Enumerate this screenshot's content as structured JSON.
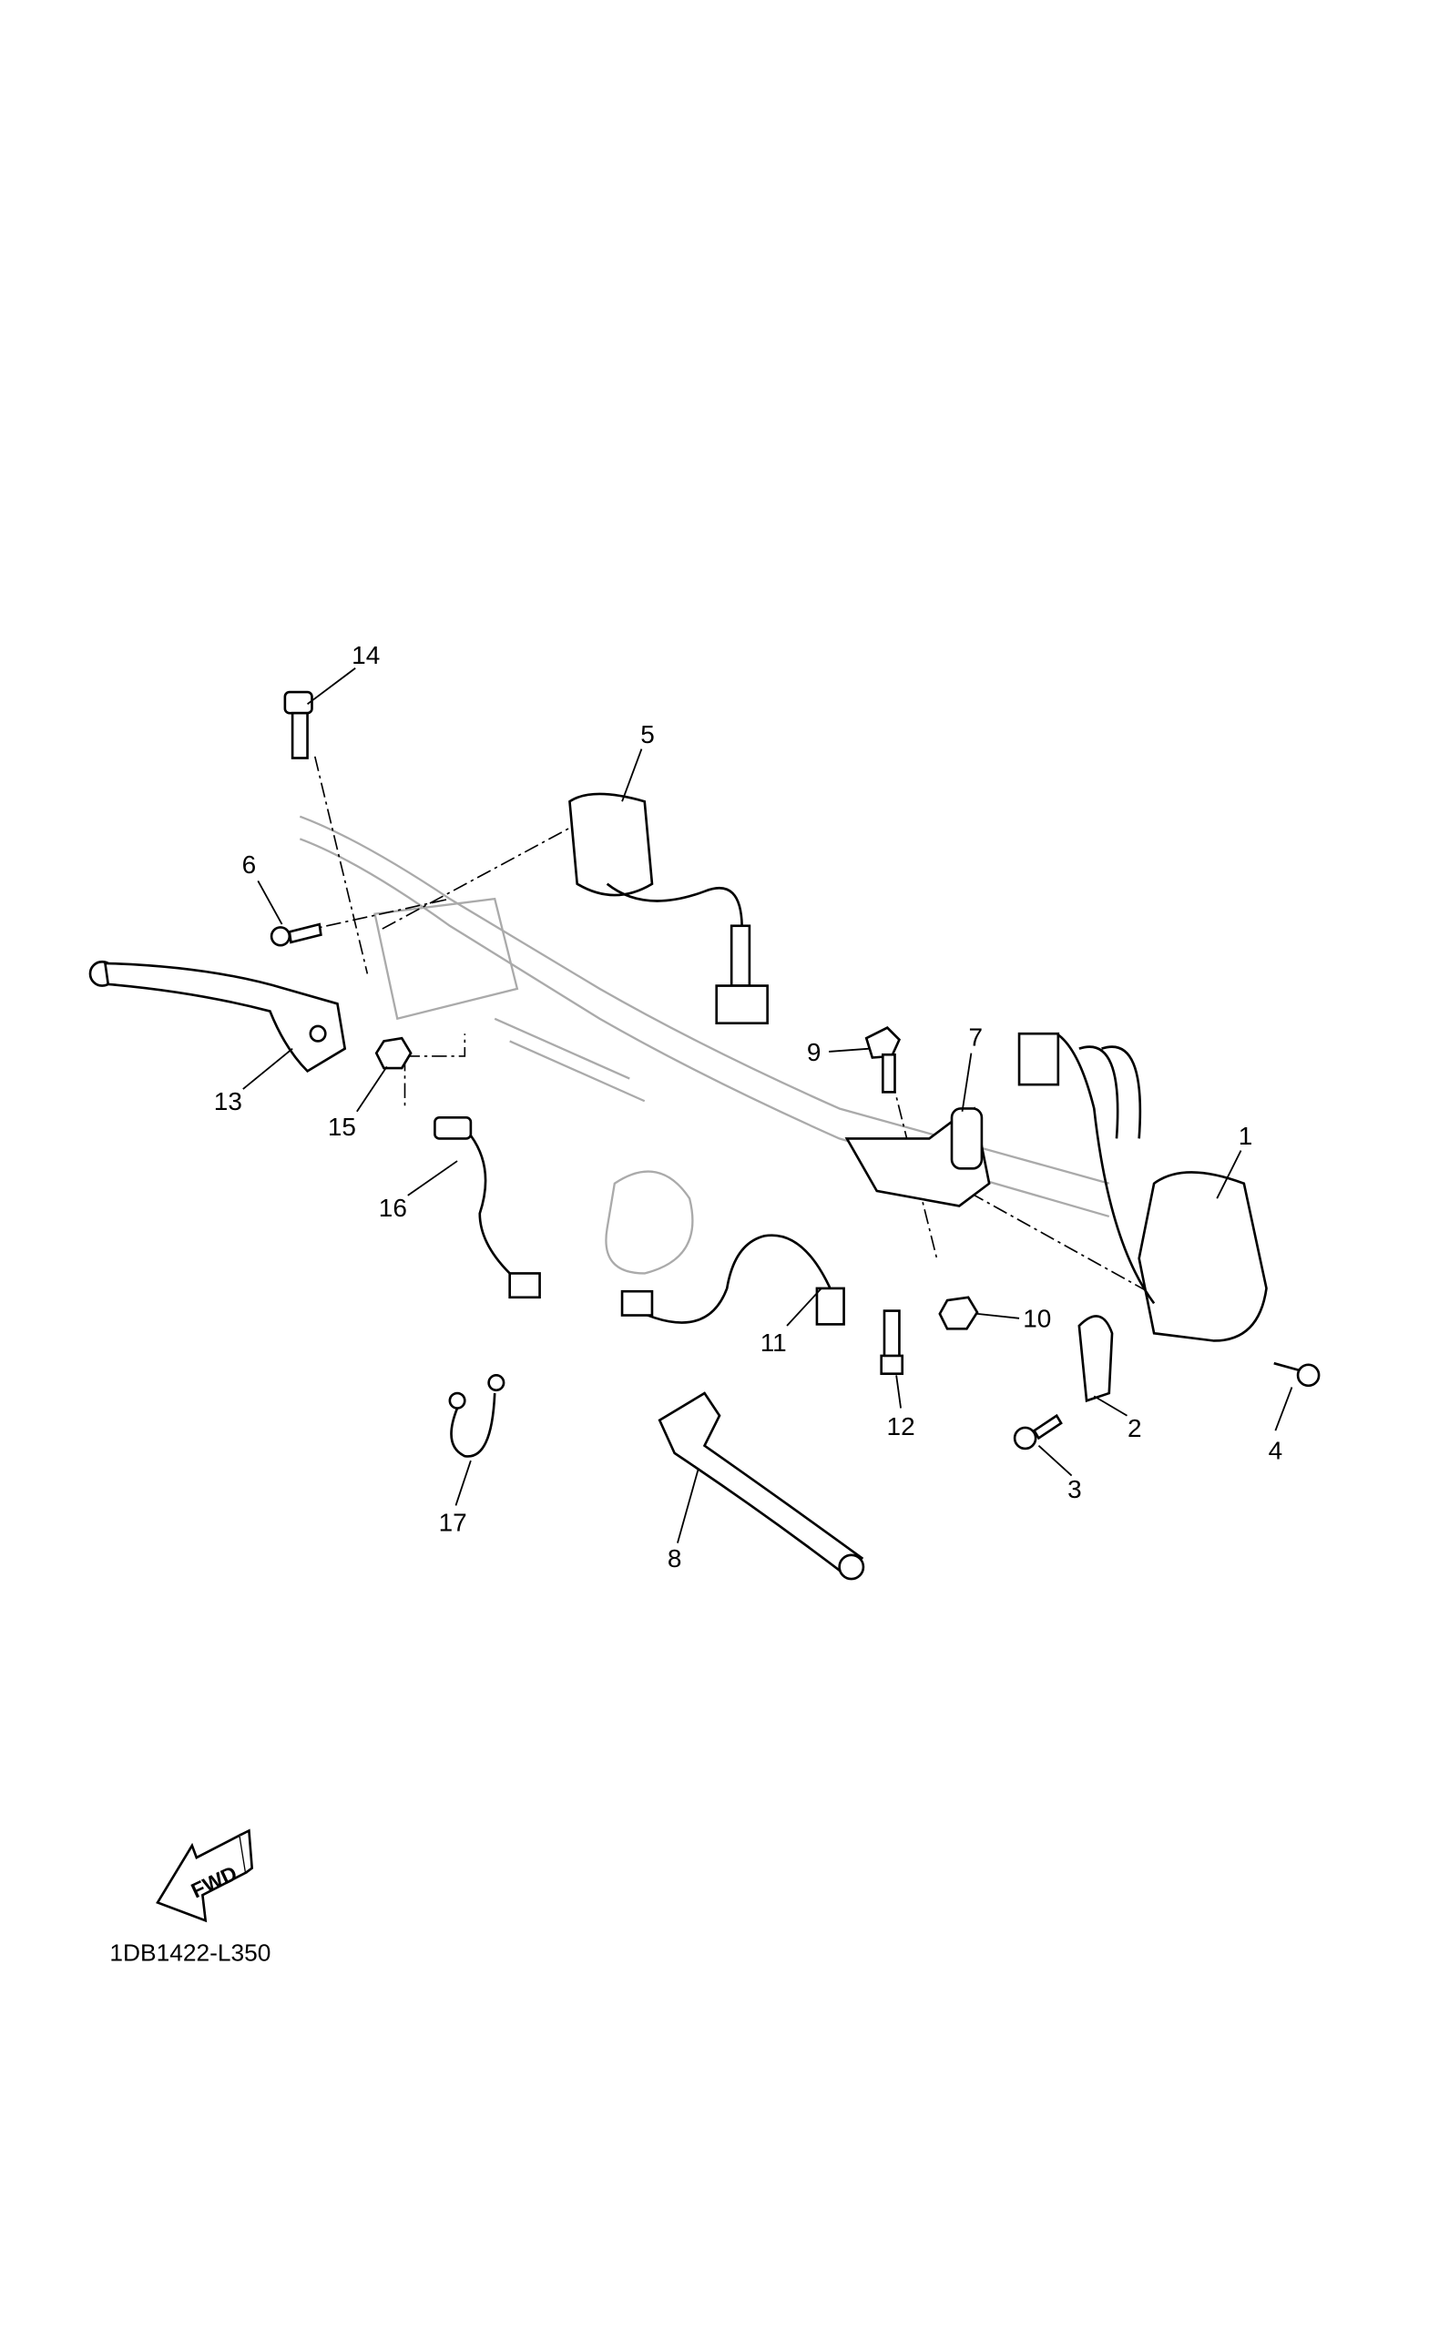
{
  "diagram": {
    "callouts": {
      "c1": "1",
      "c2": "2",
      "c3": "3",
      "c4": "4",
      "c5": "5",
      "c6": "6",
      "c7": "7",
      "c8": "8",
      "c9": "9",
      "c10": "10",
      "c11": "11",
      "c12": "12",
      "c13": "13",
      "c14": "14",
      "c15": "15",
      "c16": "16",
      "c17": "17"
    },
    "fwd_label": "FWD",
    "drawing_code": "1DB1422-L350"
  }
}
